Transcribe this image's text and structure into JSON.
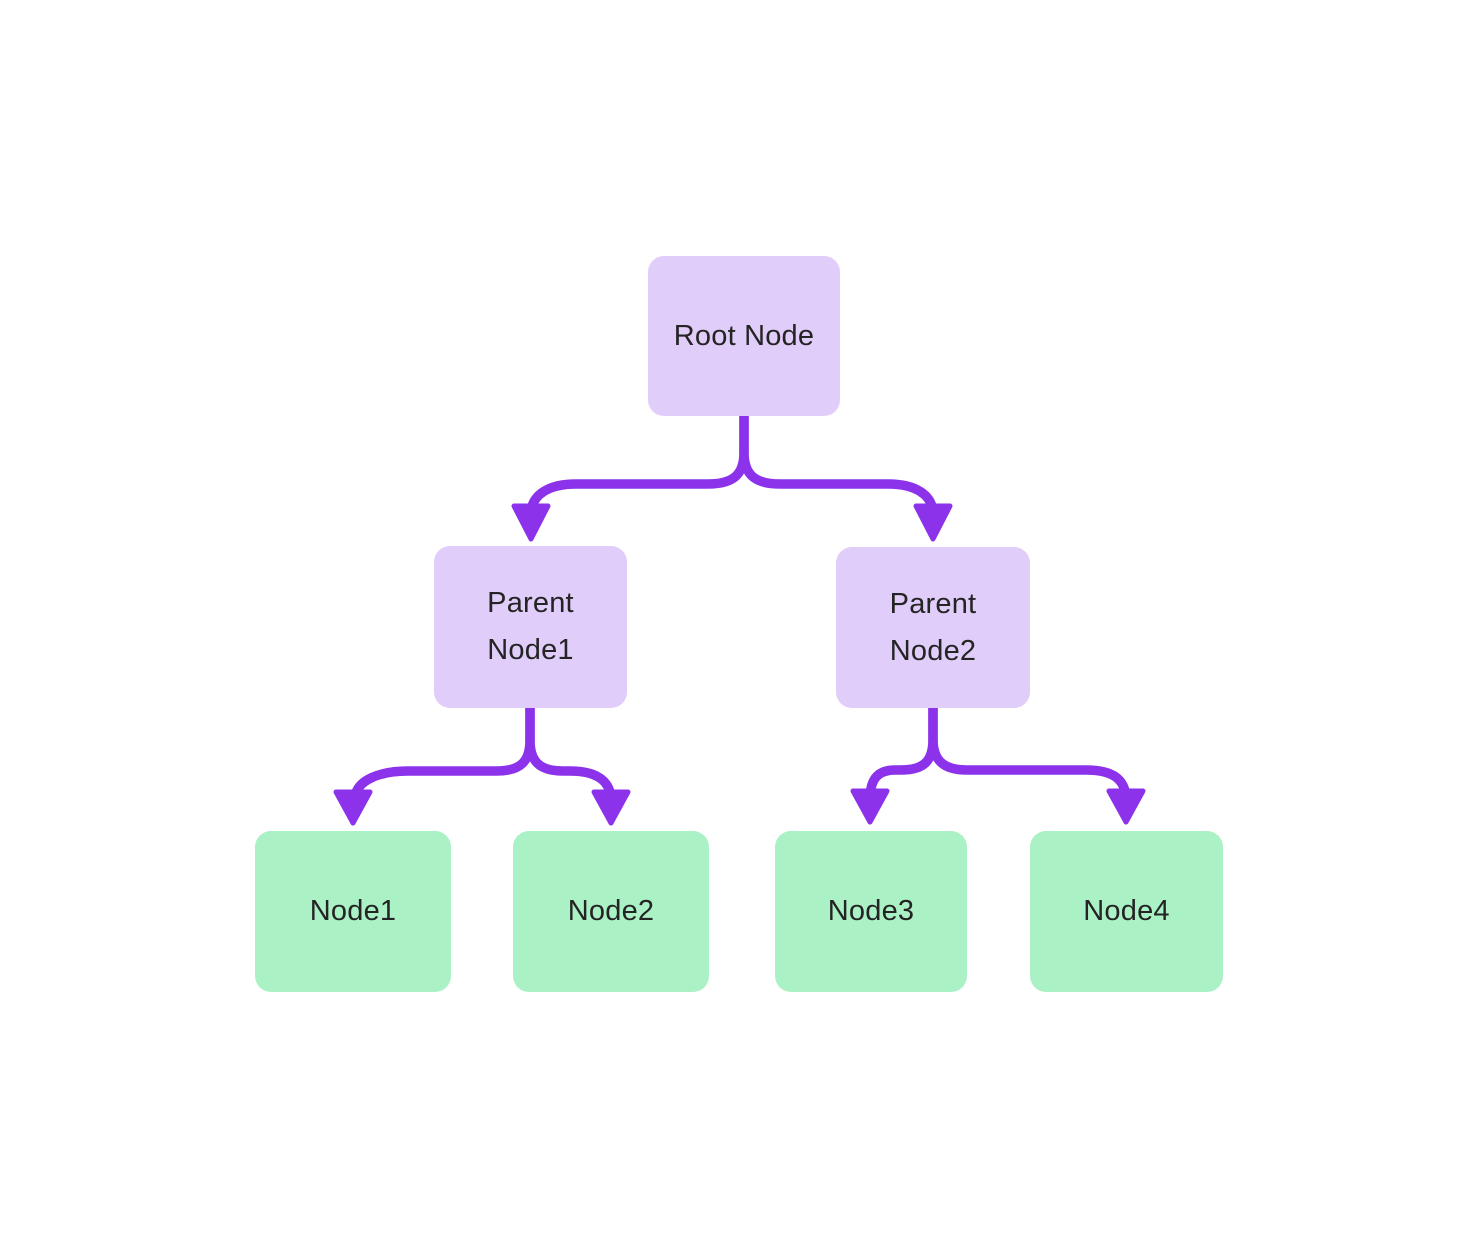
{
  "diagram": {
    "type": "tree",
    "nodes": {
      "root": {
        "label": "Root Node",
        "kind": "branch"
      },
      "parent1": {
        "label": "Parent Node1",
        "kind": "branch"
      },
      "parent2": {
        "label": "Parent Node2",
        "kind": "branch"
      },
      "leaf1": {
        "label": "Node1",
        "kind": "leaf"
      },
      "leaf2": {
        "label": "Node2",
        "kind": "leaf"
      },
      "leaf3": {
        "label": "Node3",
        "kind": "leaf"
      },
      "leaf4": {
        "label": "Node4",
        "kind": "leaf"
      }
    },
    "edges": [
      {
        "from": "root",
        "to": "parent1"
      },
      {
        "from": "root",
        "to": "parent2"
      },
      {
        "from": "parent1",
        "to": "leaf1"
      },
      {
        "from": "parent1",
        "to": "leaf2"
      },
      {
        "from": "parent2",
        "to": "leaf3"
      },
      {
        "from": "parent2",
        "to": "leaf4"
      }
    ],
    "colors": {
      "background": "#ffffff",
      "branch_node_fill": "#e1cdf9",
      "leaf_node_fill": "#abf1c6",
      "edge": "#8c32eb",
      "text": "#242424"
    }
  }
}
